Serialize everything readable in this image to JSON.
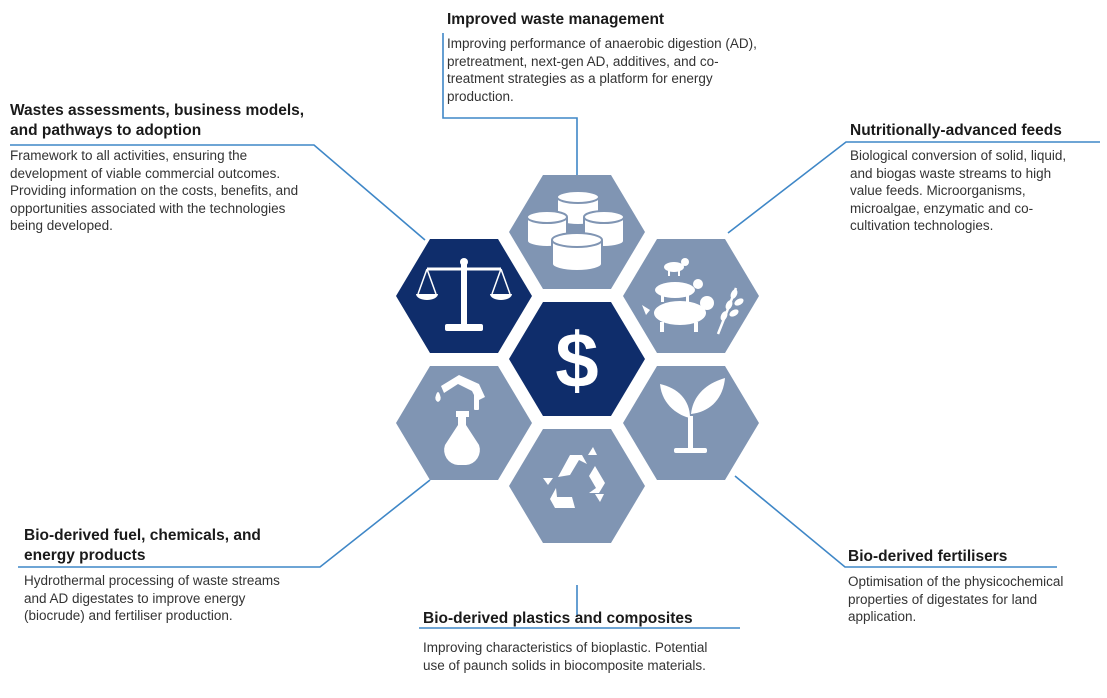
{
  "colors": {
    "dark": "#0f2d6b",
    "light": "#8095b3",
    "line": "#3f87c7",
    "icon": "#ffffff"
  },
  "center": {
    "symbol": "$",
    "icon": "dollar-icon"
  },
  "hexes": [
    {
      "name": "hex-waste-assessments",
      "icon": "scales-icon",
      "color": "dark"
    },
    {
      "name": "hex-improved-waste-management",
      "icon": "digester-tanks-icon",
      "color": "light"
    },
    {
      "name": "hex-nutritionally-advanced-feeds",
      "icon": "livestock-wheat-icon",
      "color": "light"
    },
    {
      "name": "hex-bio-derived-fertilisers",
      "icon": "seedling-icon",
      "color": "light"
    },
    {
      "name": "hex-bio-derived-plastics",
      "icon": "recycle-icon",
      "color": "light"
    },
    {
      "name": "hex-bio-derived-fuel",
      "icon": "fuel-flask-icon",
      "color": "light"
    }
  ],
  "sections": {
    "waste_management": {
      "title": "Improved waste management",
      "body": "Improving performance of anaerobic digestion (AD), pretreatment, next-gen AD, additives, and co-treatment strategies as a platform for energy production."
    },
    "assessments": {
      "title": "Wastes assessments, business models, and pathways to adoption",
      "body": "Framework to all activities, ensuring the development of viable commercial outcomes. Providing information on the costs, benefits, and opportunities associated with the technologies being developed."
    },
    "feeds": {
      "title": "Nutritionally-advanced feeds",
      "body": "Biological conversion of solid, liquid, and biogas waste streams to high value feeds. Microorganisms, microalgae, enzymatic and co-cultivation technologies."
    },
    "fuel": {
      "title": "Bio-derived fuel, chemicals, and energy products",
      "body": "Hydrothermal processing of waste streams and AD digestates to improve energy (biocrude) and fertiliser production."
    },
    "fertilisers": {
      "title": "Bio-derived fertilisers",
      "body": "Optimisation of the physicochemical properties of digestates for land application."
    },
    "plastics": {
      "title": "Bio-derived plastics and composites",
      "body": "Improving characteristics of bioplastic. Potential use of paunch solids  in biocomposite materials."
    }
  }
}
